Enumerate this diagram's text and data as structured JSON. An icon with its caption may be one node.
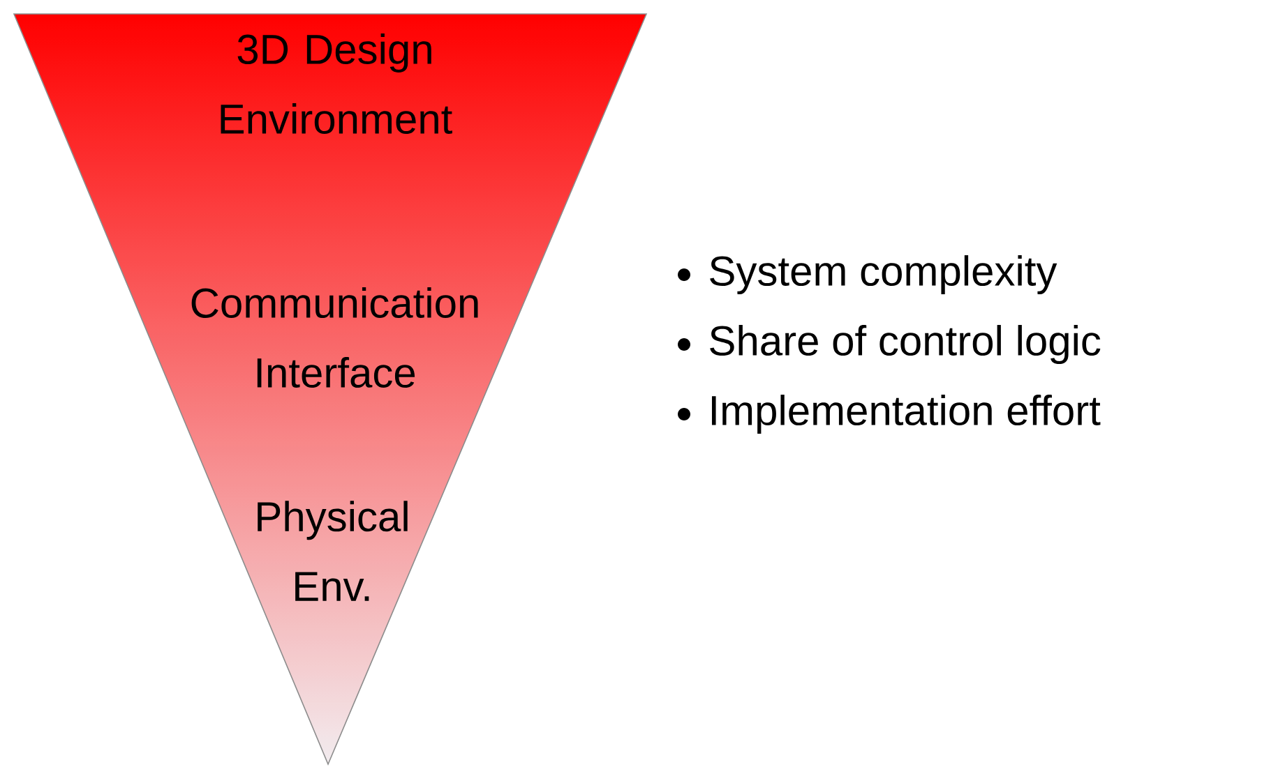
{
  "diagram": {
    "nodes": [
      {
        "text": [
          "3D Design Environment",
          "Communication Interface",
          "Physical Env."
        ]
      }
    ],
    "labels": [
      "System complexity",
      "Share of control logic",
      "Implementation effort"
    ]
  }
}
